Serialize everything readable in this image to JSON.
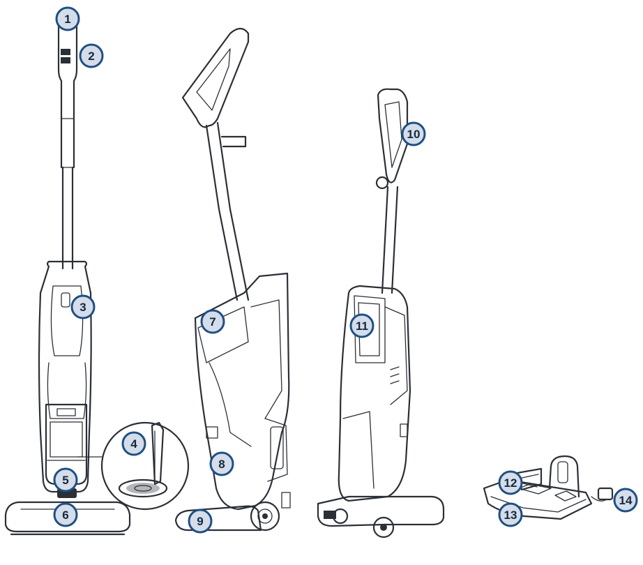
{
  "colors": {
    "callout_fill": "#d4dde9",
    "callout_ring": "#1f4f83",
    "callout_text": "#14283f",
    "line": "#2b2f36"
  },
  "callouts": [
    {
      "id": "1",
      "label": "1"
    },
    {
      "id": "2",
      "label": "2"
    },
    {
      "id": "3",
      "label": "3"
    },
    {
      "id": "4",
      "label": "4"
    },
    {
      "id": "5",
      "label": "5"
    },
    {
      "id": "6",
      "label": "6"
    },
    {
      "id": "7",
      "label": "7"
    },
    {
      "id": "8",
      "label": "8"
    },
    {
      "id": "9",
      "label": "9"
    },
    {
      "id": "10",
      "label": "10"
    },
    {
      "id": "11",
      "label": "11"
    },
    {
      "id": "12",
      "label": "12"
    },
    {
      "id": "13",
      "label": "13"
    },
    {
      "id": "14",
      "label": "14"
    }
  ]
}
